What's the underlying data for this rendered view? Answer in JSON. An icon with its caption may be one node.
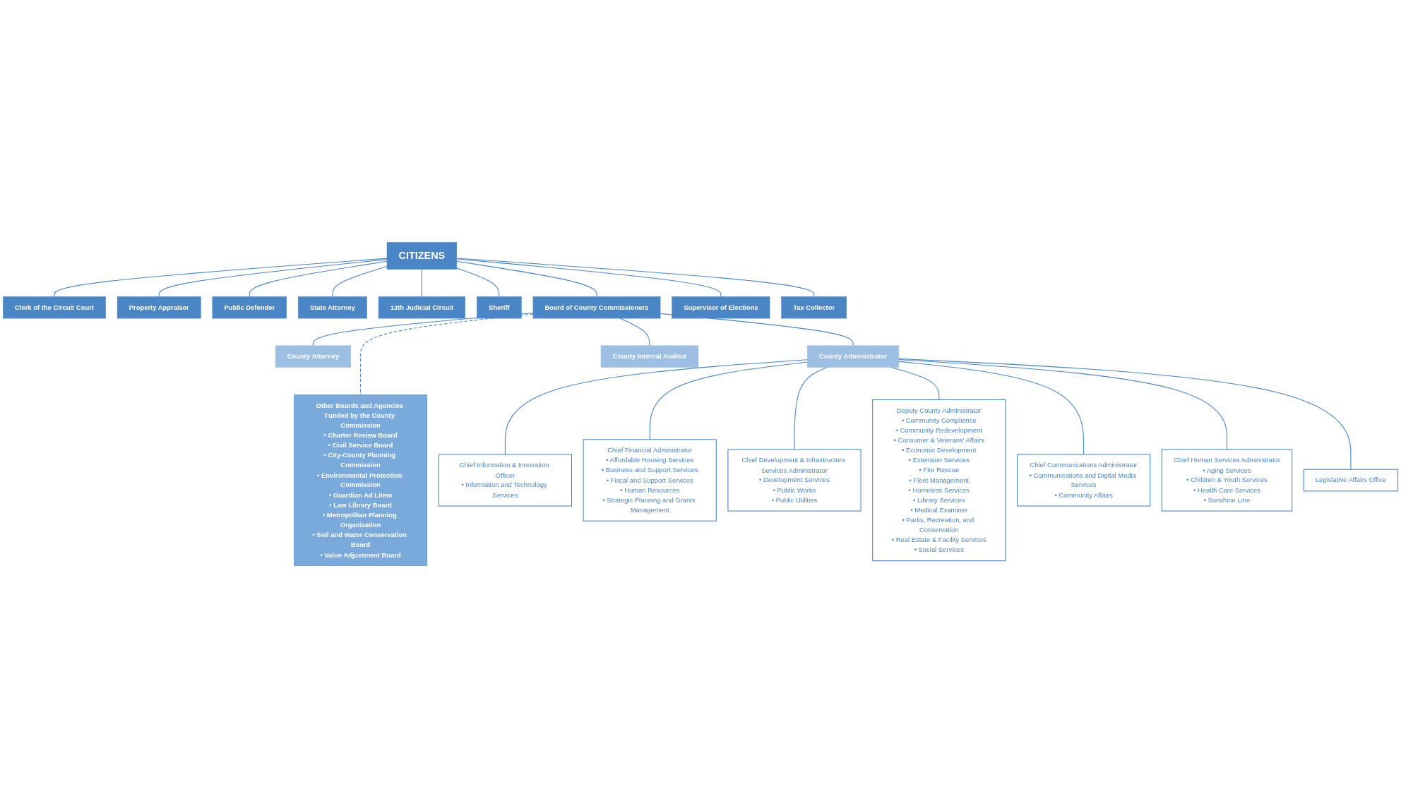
{
  "diagram": {
    "nodes": [
      {
        "text": [
          "CITIZENS"
        ]
      },
      {
        "text": [
          "Clerk of the Circuit Court"
        ]
      },
      {
        "text": [
          "Property Appraiser"
        ]
      },
      {
        "text": [
          "Public Defender"
        ]
      },
      {
        "text": [
          "State Attorney"
        ]
      },
      {
        "text": [
          "13th Judicial Circuit"
        ]
      },
      {
        "text": [
          "Sheriff"
        ]
      },
      {
        "text": [
          "Board of County Commissioners"
        ]
      },
      {
        "text": [
          "Supervisor of Elections"
        ]
      },
      {
        "text": [
          "Tax Collector"
        ]
      },
      {
        "text": [
          "Other Boards and Agencies Funded by the County Commission",
          "• Charter Review Board",
          "• Civil Service Board",
          "• City-County Planning Commission",
          "• Environmental Protection Commission",
          "• Guardian Ad Litem",
          "• Law Library Board",
          "• Metropolitan Planning Organization",
          "• Soil and Water Conservation Board",
          "• Value Adjustment Board"
        ]
      },
      {
        "text": [
          "County Attorney"
        ]
      },
      {
        "text": [
          "County Administrator"
        ]
      },
      {
        "text": [
          "County Internal Auditor"
        ]
      },
      {
        "text": [
          "Chief Information & Innovation Officer",
          "• Information and Technology Services"
        ]
      },
      {
        "text": [
          "Chief Financial Administrator",
          "• Affordable Housing Services",
          "• Business and Support Services",
          "• Fiscal and Support Services",
          "• Human Resources",
          "• Strategic Planning and Grants Management"
        ]
      },
      {
        "text": [
          "Chief Development & Infrastructure Services Administrator",
          "• Development Services",
          "• Public Works",
          "• Public Utilities"
        ]
      },
      {
        "text": [
          "Deputy County Administrator",
          "• Community Complience",
          "• Community Redevelopment",
          "• Consumer & Veterans' Affairs",
          "• Economic Development",
          "• Extension Services",
          "• Fire Rescue",
          "• Fleet Management",
          "• Homeless Services",
          "• Library Services",
          "• Medical Examiner",
          "• Parks, Recreation, and Conservation",
          "• Real Estate & Facility Services",
          "• Social Services"
        ]
      },
      {
        "text": [
          "Chief Communications Administrator",
          "• Communications and Digital Media Services",
          "• Community Affairs"
        ]
      },
      {
        "text": [
          "Chief Human Services Administrator",
          "• Aging Services",
          "• Children & Youth Services",
          "• Health Care Services",
          "• Sunshine Line"
        ]
      },
      {
        "text": [
          "Legislative Affairs Office"
        ]
      }
    ],
    "edges": [
      {
        "from": 0,
        "to": 1,
        "arrow": "none"
      },
      {
        "from": 0,
        "to": 2,
        "arrow": "none"
      },
      {
        "from": 0,
        "to": 3,
        "arrow": "none"
      },
      {
        "from": 0,
        "to": 4,
        "arrow": "none"
      },
      {
        "from": 0,
        "to": 5,
        "arrow": "none"
      },
      {
        "from": 0,
        "to": 6,
        "arrow": "none"
      },
      {
        "from": 0,
        "to": 7,
        "arrow": "none"
      },
      {
        "from": 0,
        "to": 8,
        "arrow": "none"
      },
      {
        "from": 0,
        "to": 9,
        "arrow": "none"
      },
      {
        "from": 7,
        "to": 10,
        "arrow": "none",
        "style": "dashed"
      },
      {
        "from": 7,
        "to": 11,
        "arrow": "none"
      },
      {
        "from": 7,
        "to": 12,
        "arrow": "none"
      },
      {
        "from": 7,
        "to": 13,
        "arrow": "none"
      },
      {
        "from": 12,
        "to": 14,
        "arrow": "none"
      },
      {
        "from": 12,
        "to": 15,
        "arrow": "none"
      },
      {
        "from": 12,
        "to": 16,
        "arrow": "none"
      },
      {
        "from": 12,
        "to": 17,
        "arrow": "none"
      },
      {
        "from": 12,
        "to": 18,
        "arrow": "none"
      },
      {
        "from": 12,
        "to": 19,
        "arrow": "none"
      },
      {
        "from": 12,
        "to": 20,
        "arrow": "none"
      }
    ]
  }
}
